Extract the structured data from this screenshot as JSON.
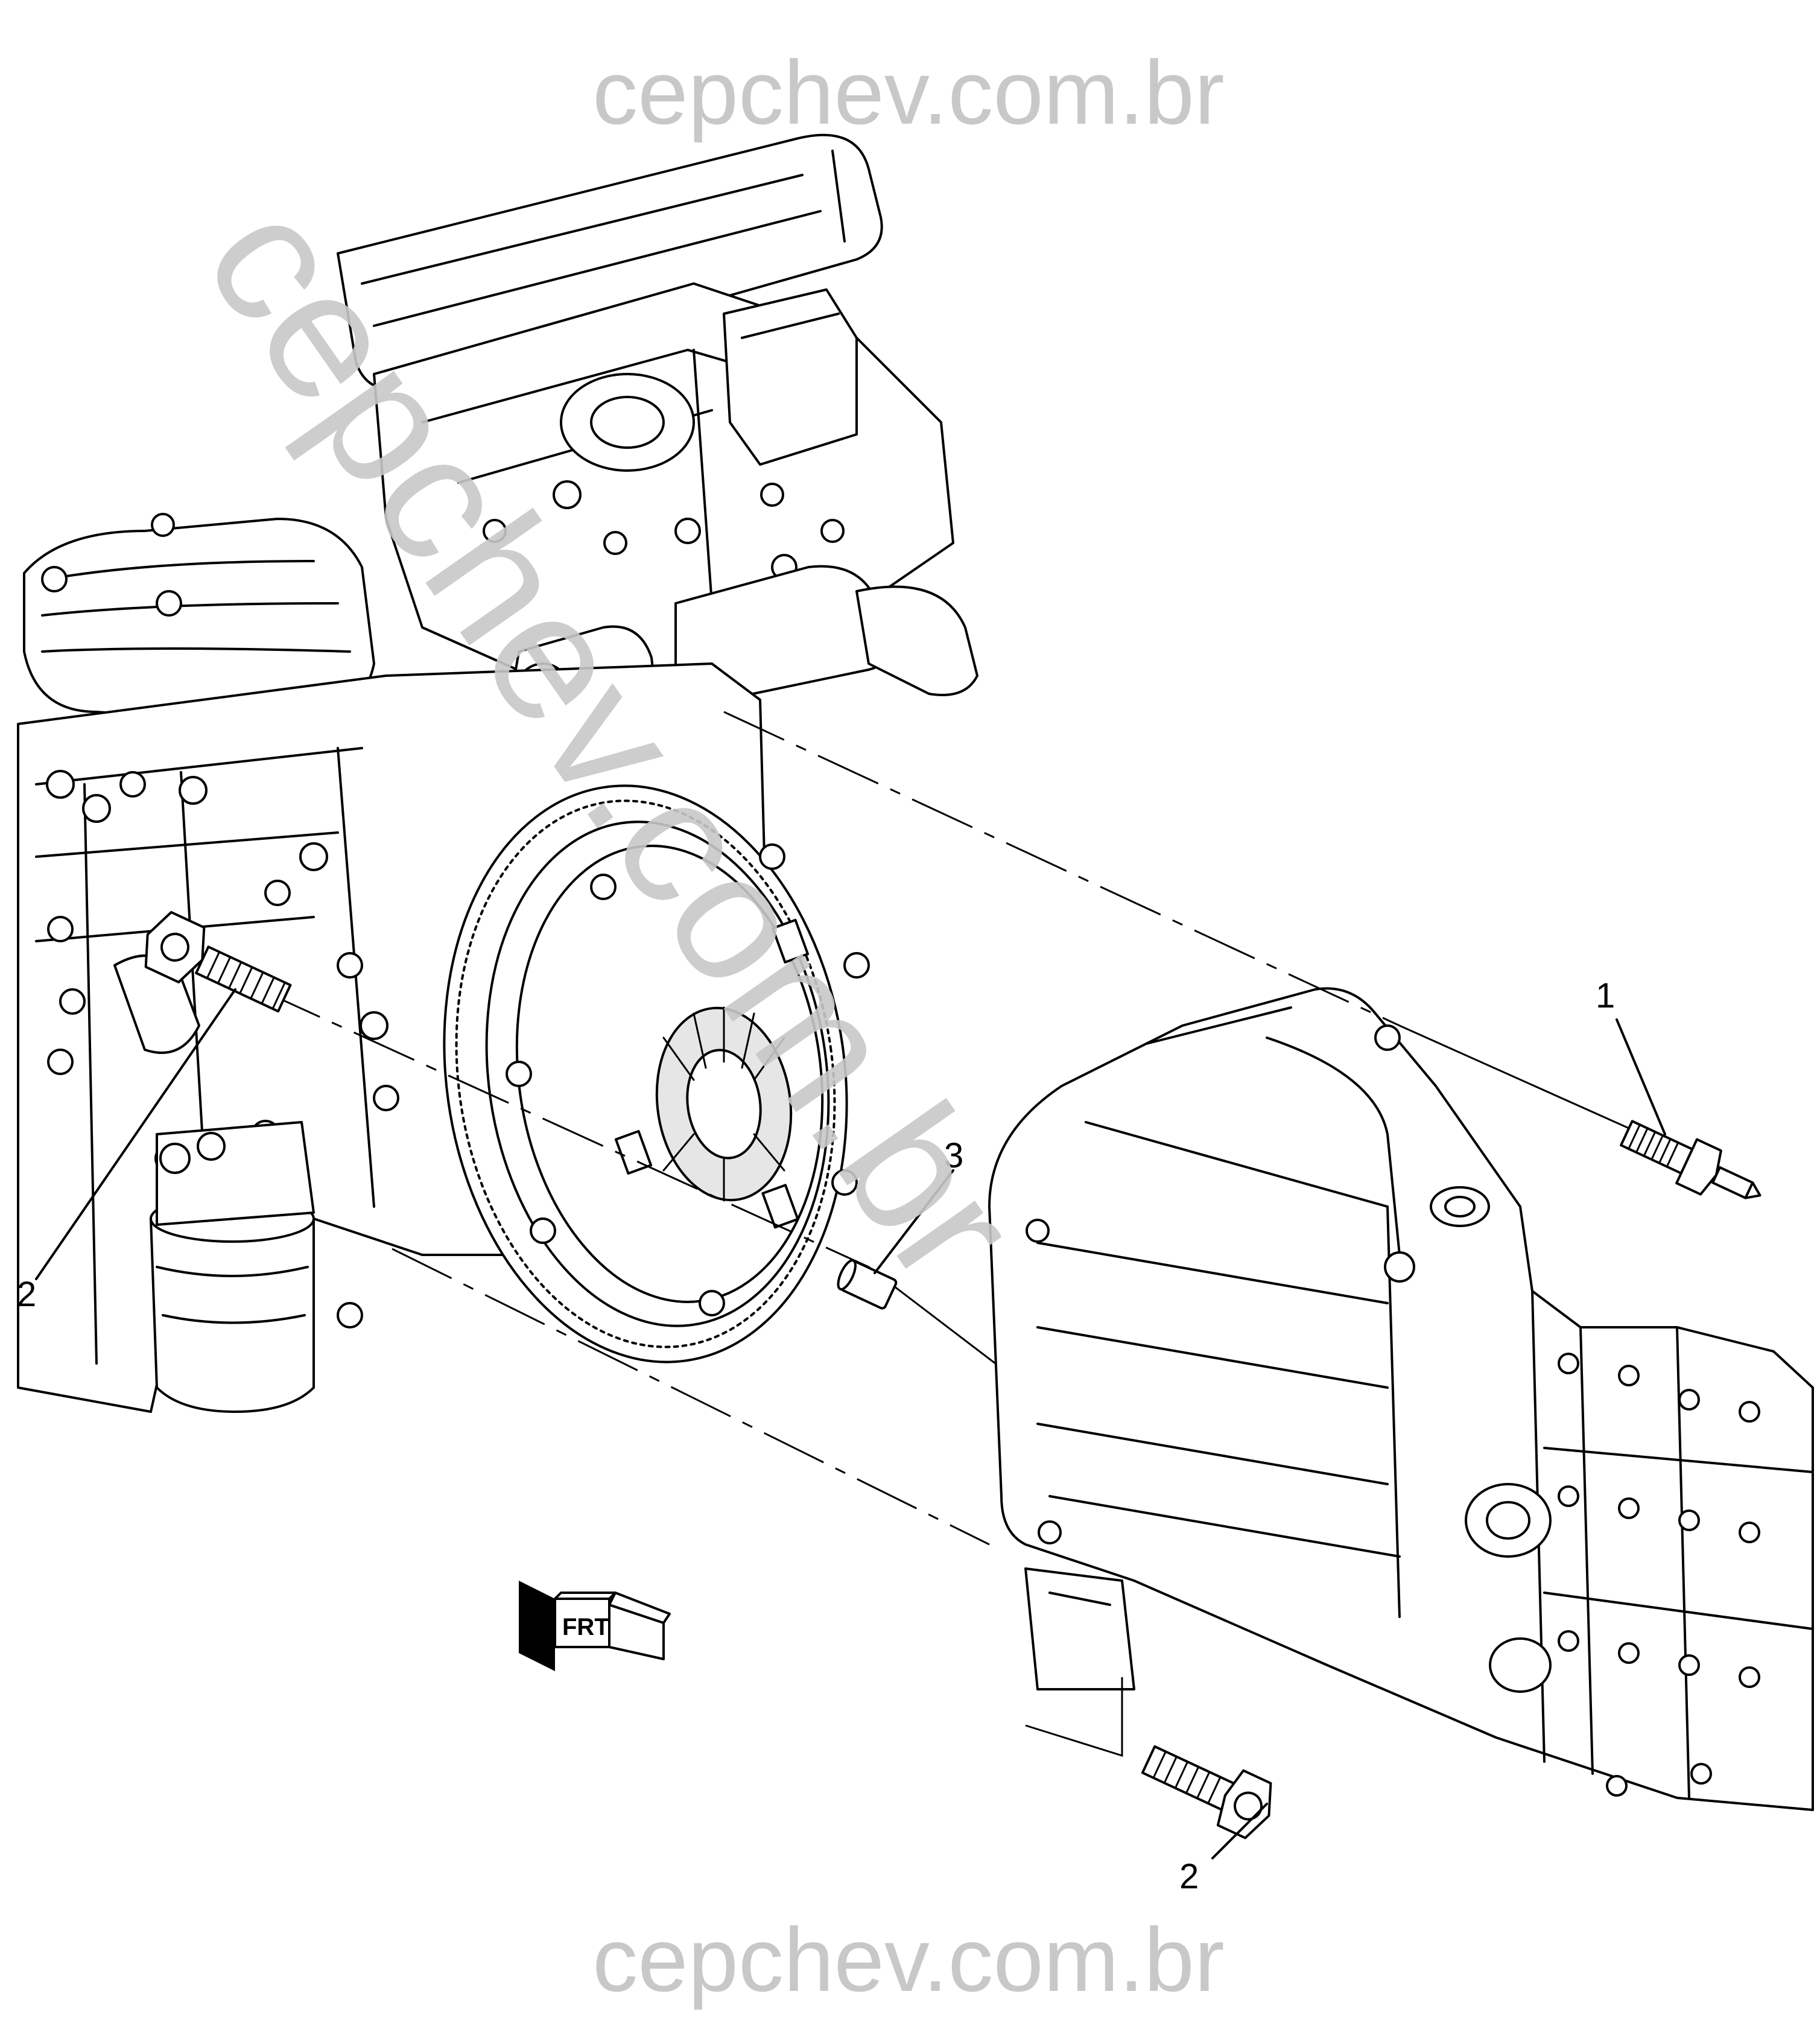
{
  "watermark": {
    "top_text": "cepchev.com.br",
    "bottom_text": "cepchev.com.br",
    "diagonal_text": "cepchev.com.br",
    "color": "#c8c8c8"
  },
  "callouts": [
    {
      "id": "callout-1",
      "label": "1"
    },
    {
      "id": "callout-2-left",
      "label": "2"
    },
    {
      "id": "callout-3",
      "label": "3"
    },
    {
      "id": "callout-2-bottom",
      "label": "2"
    }
  ],
  "orientation_arrow": {
    "label": "FRT",
    "icon": "front-direction-arrow-icon"
  },
  "colors": {
    "line": "#000000",
    "fill": "#ffffff",
    "watermark": "#c8c8c8"
  }
}
